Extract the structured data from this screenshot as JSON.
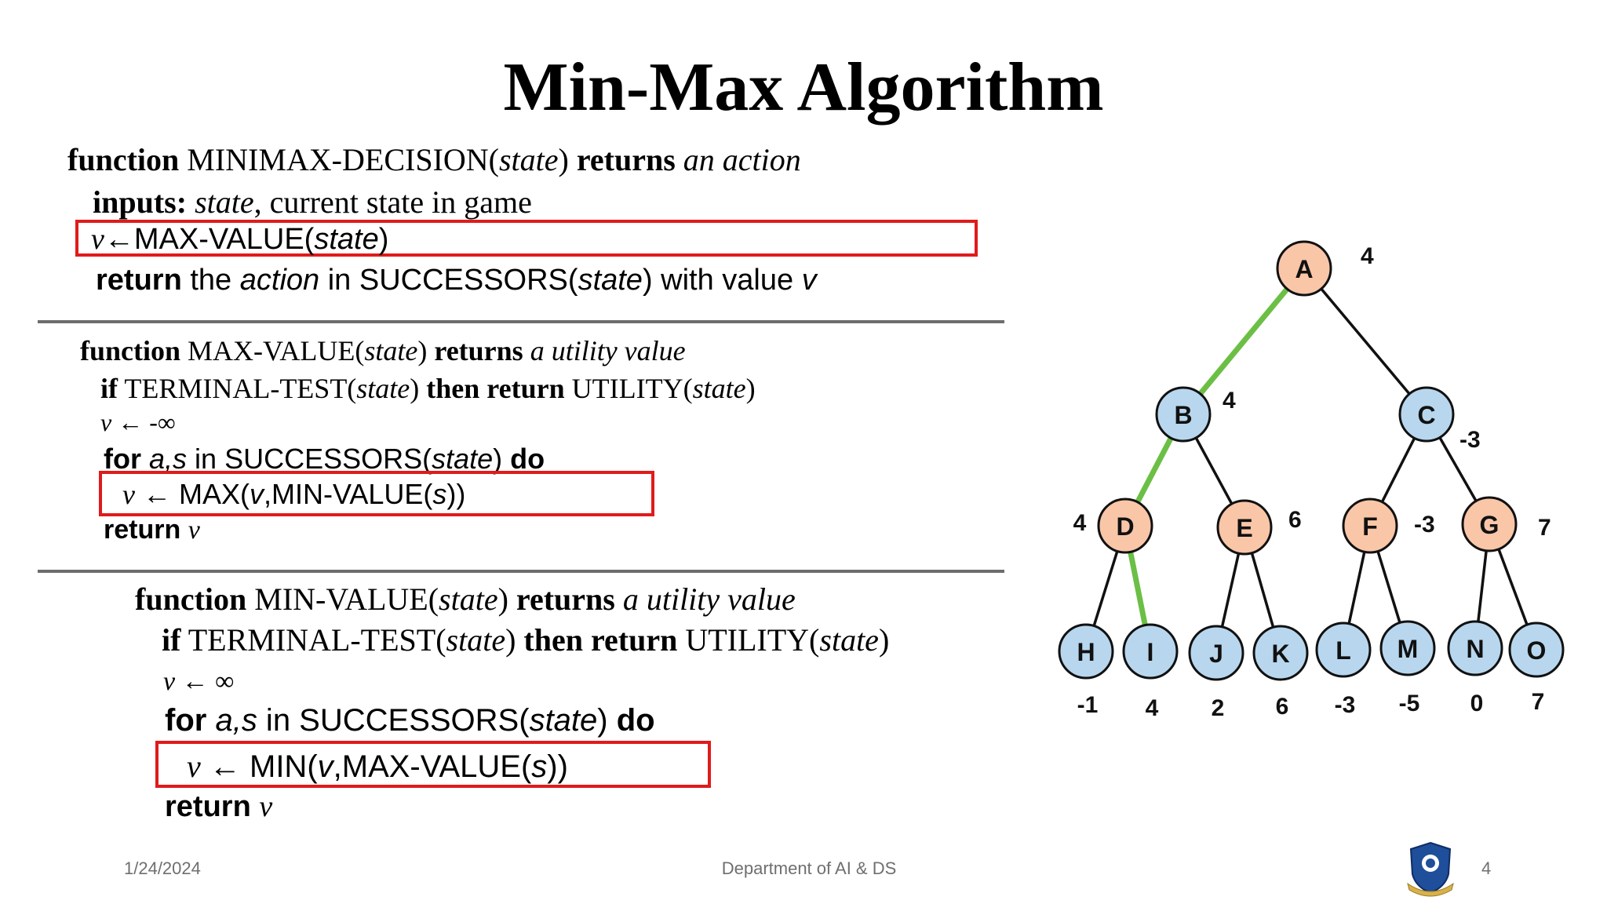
{
  "slide": {
    "title": "Min-Max Algorithm"
  },
  "decision": {
    "l1": [
      "function",
      " MINIMAX-DECISION(",
      "state",
      ") ",
      "returns",
      " ",
      "an action"
    ],
    "l2": [
      "inputs:",
      " ",
      "state",
      ", current state in game"
    ],
    "l3": [
      "v",
      "←MAX-VALUE(",
      "state",
      ")"
    ],
    "l4": [
      "return",
      " the ",
      "action",
      " in SUCCESSORS(",
      "state",
      ") with value ",
      "v"
    ]
  },
  "max_value": {
    "l1": [
      "function",
      " MAX-VALUE(",
      "state",
      ") ",
      "returns",
      " ",
      "a utility value"
    ],
    "l2": [
      "if",
      " TERMINAL-TEST(",
      "state",
      ") ",
      "then return",
      " UTILITY(",
      "state",
      ")"
    ],
    "l3": [
      "v",
      " ← -∞"
    ],
    "l4": [
      "for",
      " ",
      "a,s",
      " in SUCCESSORS(",
      "state",
      ") ",
      "do"
    ],
    "l5": [
      "v",
      " ← MAX(",
      "v",
      ",MIN-VALUE(",
      "s",
      "))"
    ],
    "l6": [
      "return",
      " ",
      "v"
    ]
  },
  "min_value": {
    "l1": [
      "function",
      " MIN-VALUE(",
      "state",
      ") ",
      "returns",
      " ",
      "a utility value"
    ],
    "l2": [
      "if",
      " TERMINAL-TEST(",
      "state",
      ") ",
      "then return",
      " UTILITY(",
      "state",
      ")"
    ],
    "l3": [
      "v",
      " ← ∞"
    ],
    "l4": [
      "for",
      " ",
      "a,s",
      " in SUCCESSORS(",
      "state",
      ") ",
      "do"
    ],
    "l5": [
      "v",
      " ← MIN(",
      "v",
      ",MAX-VALUE(",
      "s",
      "))"
    ],
    "l6": [
      "return",
      " ",
      "v"
    ]
  },
  "tree": {
    "nodes": [
      {
        "id": "A",
        "value": "4",
        "fill": "#f9c6a8"
      },
      {
        "id": "B",
        "value": "4",
        "fill": "#b8d7ee"
      },
      {
        "id": "C",
        "value": "-3",
        "fill": "#b8d7ee"
      },
      {
        "id": "D",
        "value": "4",
        "fill": "#f9c6a8"
      },
      {
        "id": "E",
        "value": "6",
        "fill": "#f9c6a8"
      },
      {
        "id": "F",
        "value": "-3",
        "fill": "#f9c6a8"
      },
      {
        "id": "G",
        "value": "7",
        "fill": "#f9c6a8"
      },
      {
        "id": "H",
        "value": "-1",
        "fill": "#b8d7ee"
      },
      {
        "id": "I",
        "value": "4",
        "fill": "#b8d7ee"
      },
      {
        "id": "J",
        "value": "2",
        "fill": "#b8d7ee"
      },
      {
        "id": "K",
        "value": "6",
        "fill": "#b8d7ee"
      },
      {
        "id": "L",
        "value": "-3",
        "fill": "#b8d7ee"
      },
      {
        "id": "M",
        "value": "-5",
        "fill": "#b8d7ee"
      },
      {
        "id": "N",
        "value": "0",
        "fill": "#b8d7ee"
      },
      {
        "id": "O",
        "value": "7",
        "fill": "#b8d7ee"
      }
    ],
    "edges": [
      {
        "from": "A",
        "to": "B",
        "highlight": true
      },
      {
        "from": "A",
        "to": "C",
        "highlight": false
      },
      {
        "from": "B",
        "to": "D",
        "highlight": true
      },
      {
        "from": "B",
        "to": "E",
        "highlight": false
      },
      {
        "from": "C",
        "to": "F",
        "highlight": false
      },
      {
        "from": "C",
        "to": "G",
        "highlight": false
      },
      {
        "from": "D",
        "to": "H",
        "highlight": false
      },
      {
        "from": "D",
        "to": "I",
        "highlight": true
      },
      {
        "from": "E",
        "to": "J",
        "highlight": false
      },
      {
        "from": "E",
        "to": "K",
        "highlight": false
      },
      {
        "from": "F",
        "to": "L",
        "highlight": false
      },
      {
        "from": "F",
        "to": "M",
        "highlight": false
      },
      {
        "from": "G",
        "to": "N",
        "highlight": false
      },
      {
        "from": "G",
        "to": "O",
        "highlight": false
      }
    ],
    "colors": {
      "max_node": "#f9c6a8",
      "min_node": "#b8d7ee",
      "path": "#6cbf45",
      "edge": "#111111"
    }
  },
  "footer": {
    "date": "1/24/2024",
    "department": "Department of AI & DS",
    "page": "4"
  },
  "colors": {
    "highlight_box": "#e01b1b",
    "divider": "#6d6d6d",
    "footer_text": "#6f6f6f"
  }
}
